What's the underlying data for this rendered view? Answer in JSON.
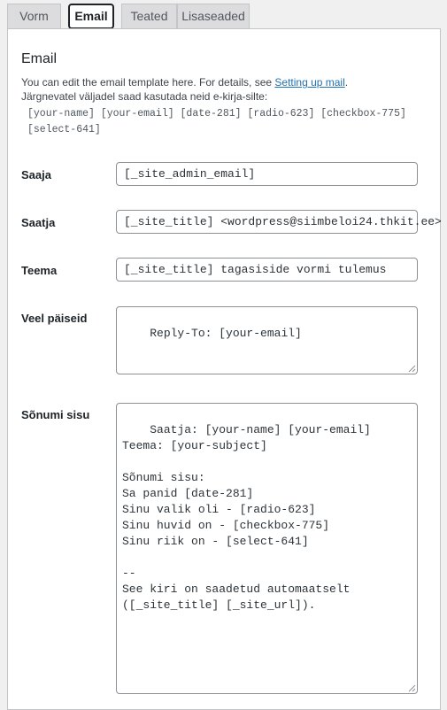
{
  "tabs": [
    {
      "label": "Vorm"
    },
    {
      "label": "Email"
    },
    {
      "label": "Teated"
    },
    {
      "label": "Lisaseaded"
    }
  ],
  "section": {
    "title": "Email",
    "description_prefix": "You can edit the email template here. For details, see ",
    "description_link": "Setting up mail",
    "description_suffix": ".",
    "tags_intro": "Järgnevatel väljadel saad kasutada neid e-kirja-silte:",
    "tags": "[your-name] [your-email] [date-281] [radio-623] [checkbox-775] [select-641]"
  },
  "fields": {
    "to": {
      "label": "Saaja",
      "value": "[_site_admin_email]"
    },
    "from": {
      "label": "Saatja",
      "value": "[_site_title] <wordpress@siimbeloi24.thkit.ee>"
    },
    "subject": {
      "label": "Teema",
      "value": "[_site_title] tagasiside vormi tulemus"
    },
    "headers": {
      "label": "Veel päiseid",
      "value": "Reply-To: [your-email]"
    },
    "body": {
      "label": "Sõnumi sisu",
      "value": "Saatja: [your-name] [your-email]\nTeema: [your-subject]\n\nSõnumi sisu:\nSa panid [date-281]\nSinu valik oli - [radio-623]\nSinu huvid on - [checkbox-775]\nSinu riik on - [select-641]\n\n-- \nSee kiri on saadetud automaatselt\n([_site_title] [_site_url])."
    }
  }
}
